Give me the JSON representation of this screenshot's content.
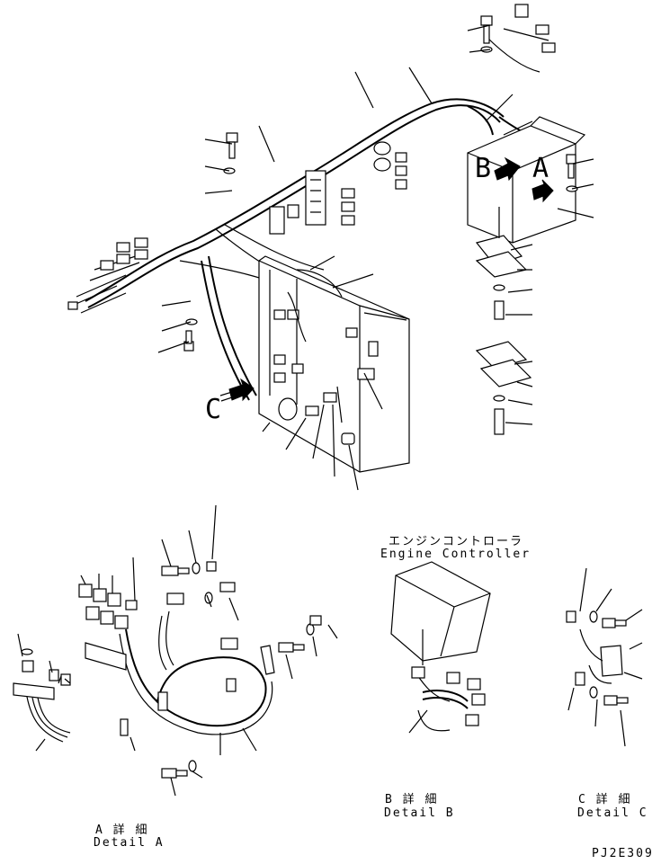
{
  "view_labels": {
    "view_a": "A",
    "view_b": "B",
    "view_c": "C"
  },
  "sections": {
    "engine_controller_jp": "エンジンコントローラ",
    "engine_controller_en": "Engine Controller",
    "detail_a_jp": "A 詳 細",
    "detail_a_en": "Detail A",
    "detail_b_jp": "B 詳 細",
    "detail_b_en": "Detail B",
    "detail_c_jp": "C 詳 細",
    "detail_c_en": "Detail C"
  },
  "drawing_code": "PJ2E309"
}
